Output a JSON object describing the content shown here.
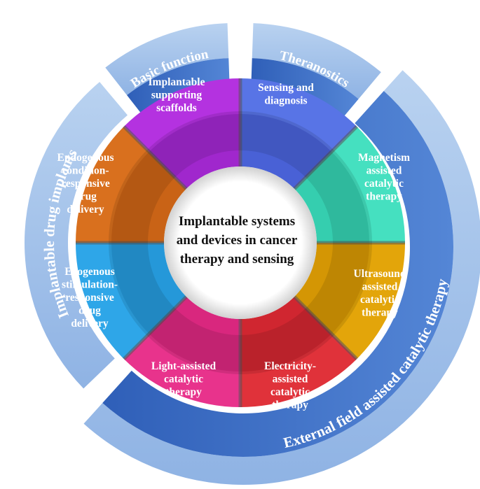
{
  "center": {
    "lines": [
      "Implantable systems",
      "and devices in cancer",
      "therapy and sensing"
    ]
  },
  "outer_bands": [
    {
      "id": "basic-function",
      "label": "Basic function",
      "color_light": "#a9c6ec",
      "color_dark": "#3e6cc0"
    },
    {
      "id": "theranostics",
      "label": "Theranostics",
      "color_light": "#a9c6ec",
      "color_dark": "#3e6cc0"
    },
    {
      "id": "external-field",
      "label": "External field assisted catalytic therapy",
      "color_light": "#a9c6ec",
      "color_dark": "#3e6cc0"
    },
    {
      "id": "implantable-drug-implants",
      "label": "Implantable drug implants",
      "color_light": "#a9c6ec",
      "color_dark": "#3e6cc0"
    }
  ],
  "segments": [
    {
      "id": "sensing-diagnosis",
      "lines": [
        "Sensing and",
        "diagnosis"
      ],
      "color": "#5874e6",
      "color_dark": "#3e52c8"
    },
    {
      "id": "magnetism",
      "lines": [
        "Magnetism",
        "assisted",
        "catalytic",
        "therapy"
      ],
      "color": "#45e0c0",
      "color_dark": "#28bfa0"
    },
    {
      "id": "ultrasound",
      "lines": [
        "Ultrasound",
        "assisted",
        "catalytic",
        "therapy"
      ],
      "color": "#e3a50a",
      "color_dark": "#c98a00"
    },
    {
      "id": "electricity",
      "lines": [
        "Electricity-",
        "assisted",
        "catalytic",
        "therapy"
      ],
      "color": "#e0323a",
      "color_dark": "#c21d28"
    },
    {
      "id": "light-assisted",
      "lines": [
        "Light-assisted",
        "catalytic",
        "therapy"
      ],
      "color": "#e8338c",
      "color_dark": "#cc1e72"
    },
    {
      "id": "exogenous",
      "lines": [
        "Exogenous",
        "stimulation-",
        "responsive",
        "drug",
        "delivery"
      ],
      "color": "#2ea6e8",
      "color_dark": "#1f8ccc"
    },
    {
      "id": "endogenous",
      "lines": [
        "Endogenous",
        "condition-",
        "responsive",
        "drug",
        "delivery"
      ],
      "color": "#d9701e",
      "color_dark": "#bb5a10"
    },
    {
      "id": "scaffolds",
      "lines": [
        "Implantable",
        "supporting",
        "scaffolds"
      ],
      "color": "#b432e0",
      "color_dark": "#8f1fbd"
    }
  ]
}
